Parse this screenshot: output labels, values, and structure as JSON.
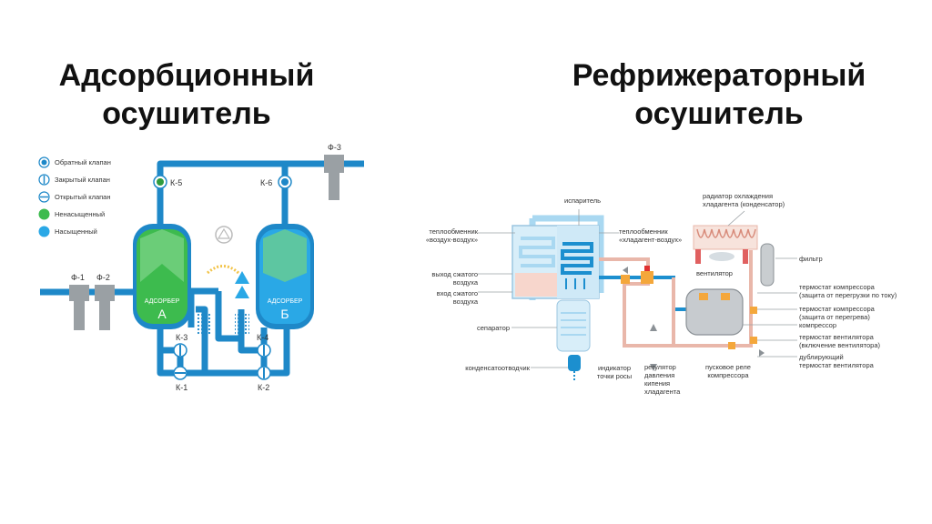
{
  "titles": {
    "left_line1": "Адсорбционный",
    "left_line2": "осушитель",
    "right_line1": "Рефрижераторный",
    "right_line2": "осушитель"
  },
  "left_diagram": {
    "legend": [
      {
        "label": "Обратный клапан",
        "icon": "check-valve-icon"
      },
      {
        "label": "Закрытый клапан",
        "icon": "closed-valve-icon"
      },
      {
        "label": "Открытый клапан",
        "icon": "open-valve-icon"
      },
      {
        "label": "Ненасыщенный",
        "icon": "unsaturated-icon"
      },
      {
        "label": "Насыщенный",
        "icon": "saturated-icon"
      }
    ],
    "filters": {
      "f1": "Ф-1",
      "f2": "Ф-2",
      "f3": "Ф-3"
    },
    "valves": {
      "k1": "К-1",
      "k2": "К-2",
      "k3": "К-3",
      "k4": "К-4",
      "k5": "К-5",
      "k6": "К-6"
    },
    "adsorber_a": {
      "name": "АДСОРБЕР",
      "letter": "А"
    },
    "adsorber_b": {
      "name": "АДСОРБЕР",
      "letter": "Б"
    },
    "colors": {
      "pipe": "#1e88c8",
      "green": "#3dbb4e",
      "blue": "#2aa8e6",
      "filter": "#9aa0a4"
    }
  },
  "right_diagram": {
    "labels": {
      "evaporator": "испаритель",
      "condenser_line1": "радиатор охлаждения",
      "condenser_line2": "хладагента (конденсатор)",
      "hx_air_line1": "теплообменник",
      "hx_air_line2": "«воздух-воздух»",
      "hx_ref_line1": "теплообменник",
      "hx_ref_line2": "«хладагент-воздух»",
      "air_out_line1": "выход сжатого",
      "air_out_line2": "воздуха",
      "air_in_line1": "вход сжатого",
      "air_in_line2": "воздуха",
      "fan": "вентилятор",
      "filter": "фильтр",
      "thermo_comp1_line1": "термостат компрессора",
      "thermo_comp1_line2": "(защита от перегрузки по току)",
      "thermo_comp2_line1": "термостат компрессора",
      "thermo_comp2_line2": "(защита от перегрева)",
      "compressor": "компрессор",
      "thermo_fan_line1": "термостат вентилятора",
      "thermo_fan_line2": "(включение вентилятора)",
      "dup_thermo_line1": "дублирующий",
      "dup_thermo_line2": "термостат вентилятора",
      "separator": "сепаратор",
      "drain": "конденсатоотводчик",
      "dew_line1": "индикатор",
      "dew_line2": "точки росы",
      "regulator_line1": "регулятор",
      "regulator_line2": "давления",
      "regulator_line3": "кипения",
      "regulator_line4": "хладагента",
      "start_relay_line1": "пусковое реле",
      "start_relay_line2": "компрессора"
    },
    "colors": {
      "blue": "#1c8fcf",
      "light_blue": "#a9d8f1",
      "pink": "#e9b7aa",
      "orange": "#f4a73b",
      "gray": "#8b9196"
    }
  }
}
